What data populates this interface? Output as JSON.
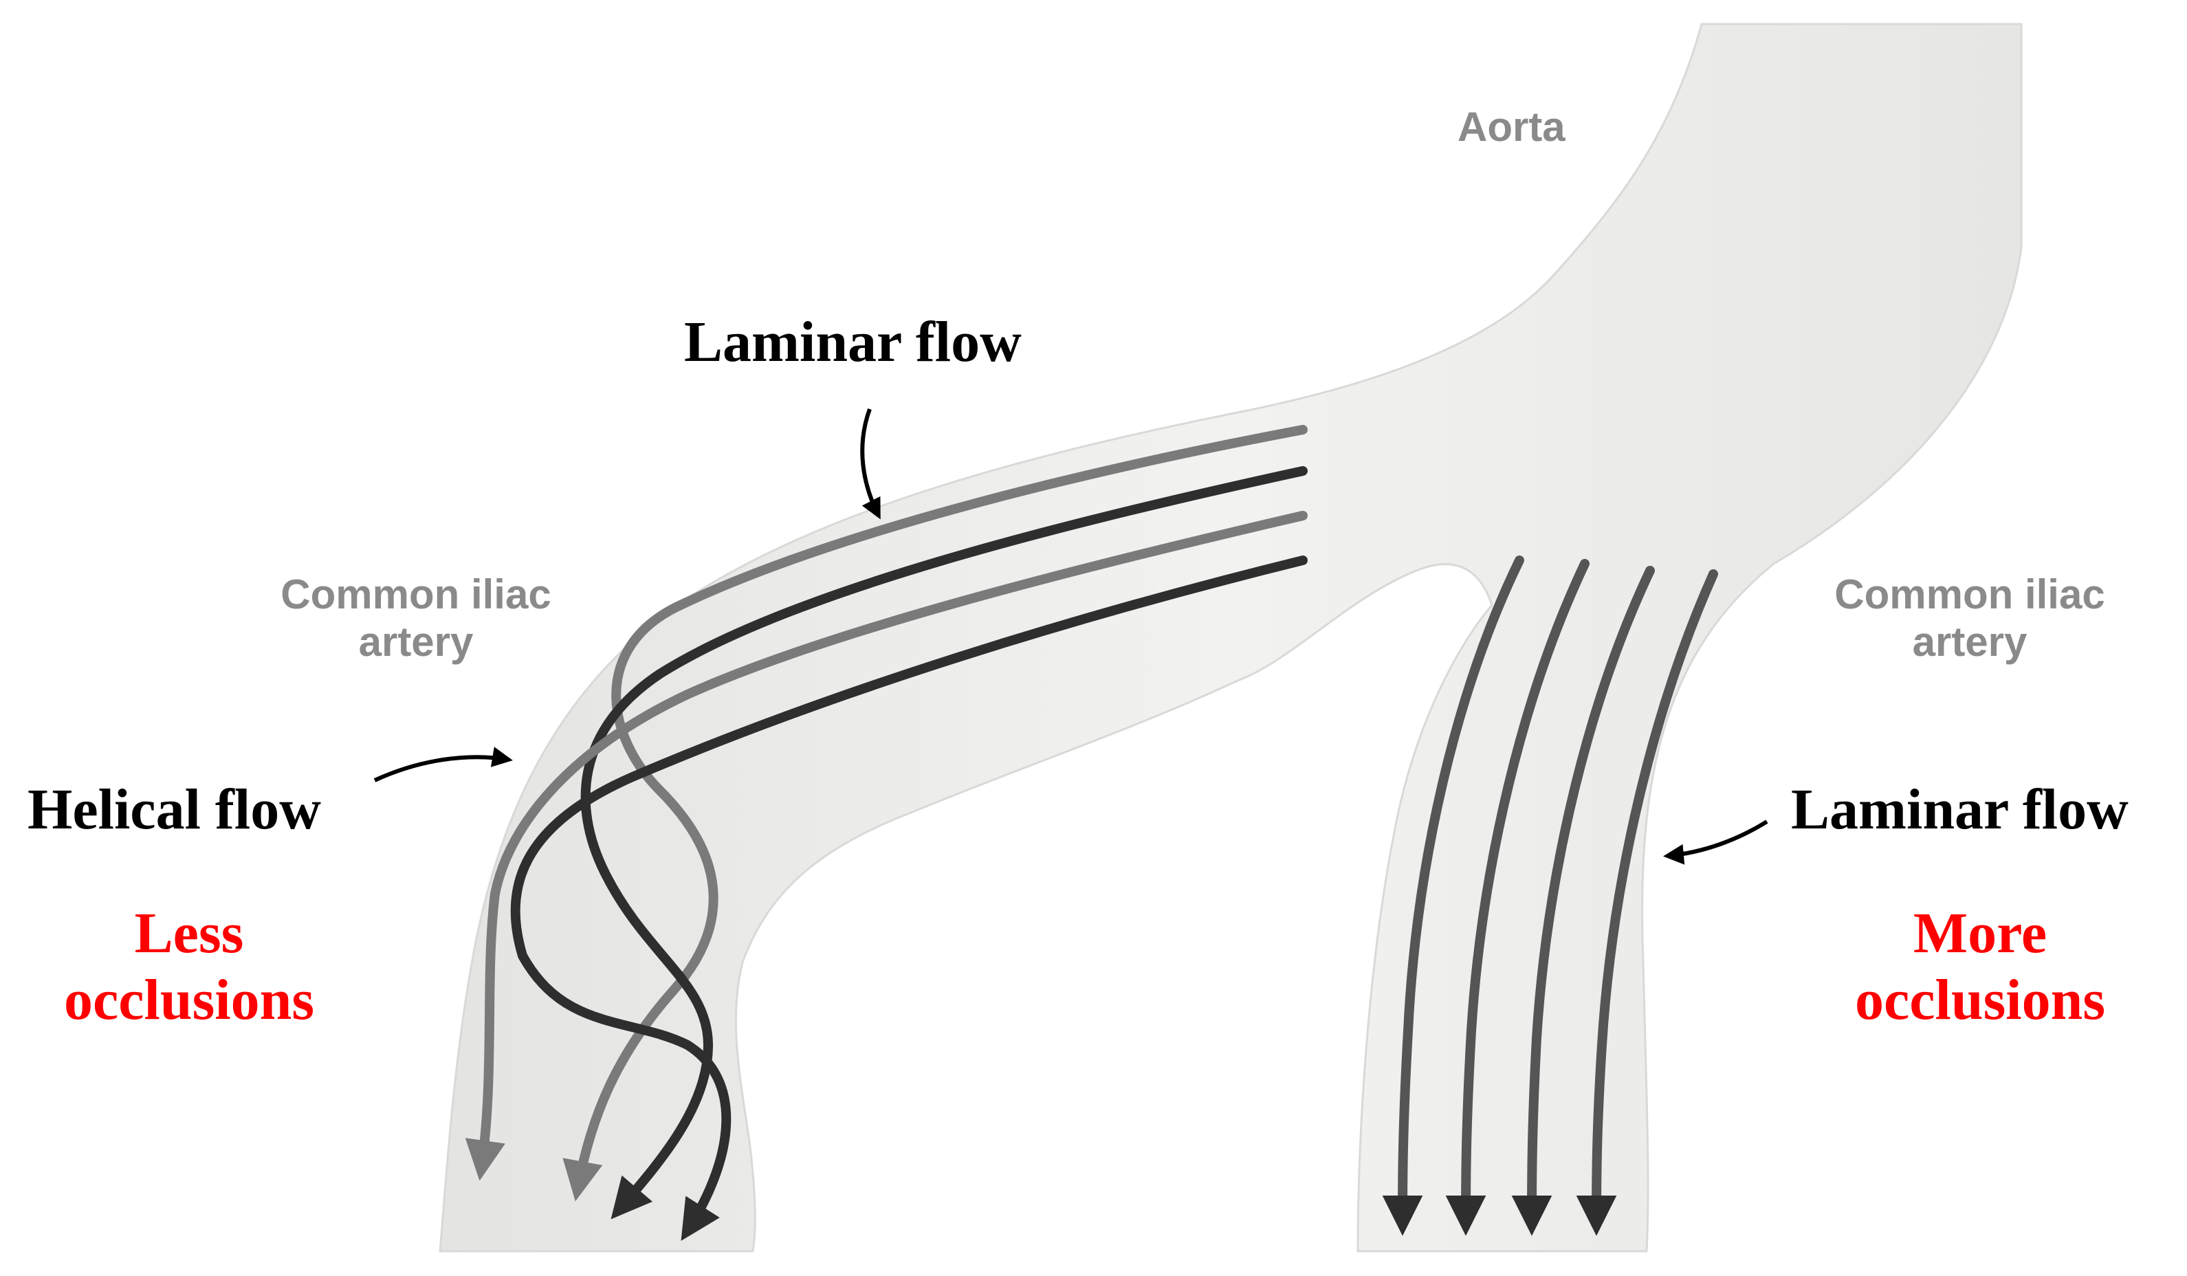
{
  "labels": {
    "aorta": "Aorta",
    "left_artery_line1": "Common iliac",
    "left_artery_line2": "artery",
    "right_artery_line1": "Common iliac",
    "right_artery_line2": "artery",
    "laminar_top": "Laminar flow",
    "helical": "Helical flow",
    "laminar_right": "Laminar flow",
    "less_line1": "Less",
    "less_line2": "occlusions",
    "more_line1": "More",
    "more_line2": "occlusions"
  },
  "colors": {
    "vessel_fill": "#eeeeec",
    "vessel_edge": "#d6d6d4",
    "flow_dark": "#2e2e2e",
    "flow_light": "#7a7a7a",
    "annotation_gray": "#8a8a8a",
    "emphasis_red": "#ff0000"
  }
}
